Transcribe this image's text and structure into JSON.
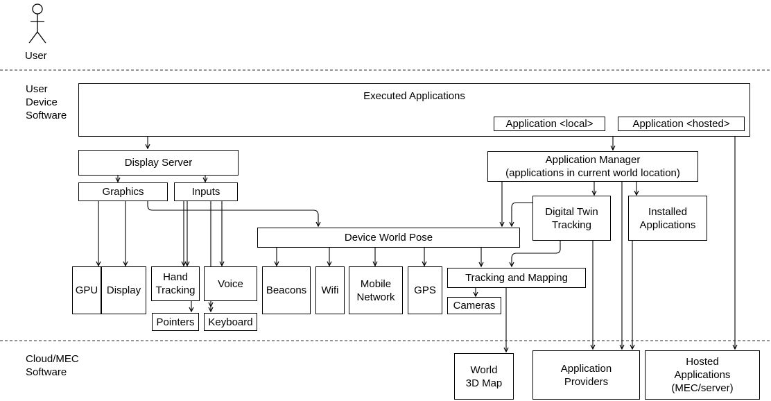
{
  "actor": {
    "label": "User"
  },
  "zones": {
    "device": "User\nDevice\nSoftware",
    "cloud": "Cloud/MEC\nSoftware"
  },
  "boxes": {
    "executed_apps": "Executed Applications",
    "app_local": "Application <local>",
    "app_hosted": "Application <hosted>",
    "display_server": "Display Server",
    "app_manager": "Application Manager\n(applications in current world location)",
    "graphics": "Graphics",
    "inputs": "Inputs",
    "digital_twin": "Digital Twin\nTracking",
    "installed_apps": "Installed\nApplications",
    "device_world_pose": "Device World Pose",
    "gpu": "GPU",
    "display": "Display",
    "hand_tracking": "Hand\nTracking",
    "voice": "Voice",
    "beacons": "Beacons",
    "wifi": "Wifi",
    "mobile_network": "Mobile\nNetwork",
    "gps": "GPS",
    "tracking_mapping": "Tracking and Mapping",
    "cameras": "Cameras",
    "pointers": "Pointers",
    "keyboard": "Keyboard",
    "world_map": "World\n3D Map",
    "app_providers": "Application\nProviders",
    "hosted_apps": "Hosted\nApplications\n(MEC/server)"
  },
  "colors": {
    "line": "#000000",
    "separator": "#555555",
    "background": "#ffffff"
  }
}
